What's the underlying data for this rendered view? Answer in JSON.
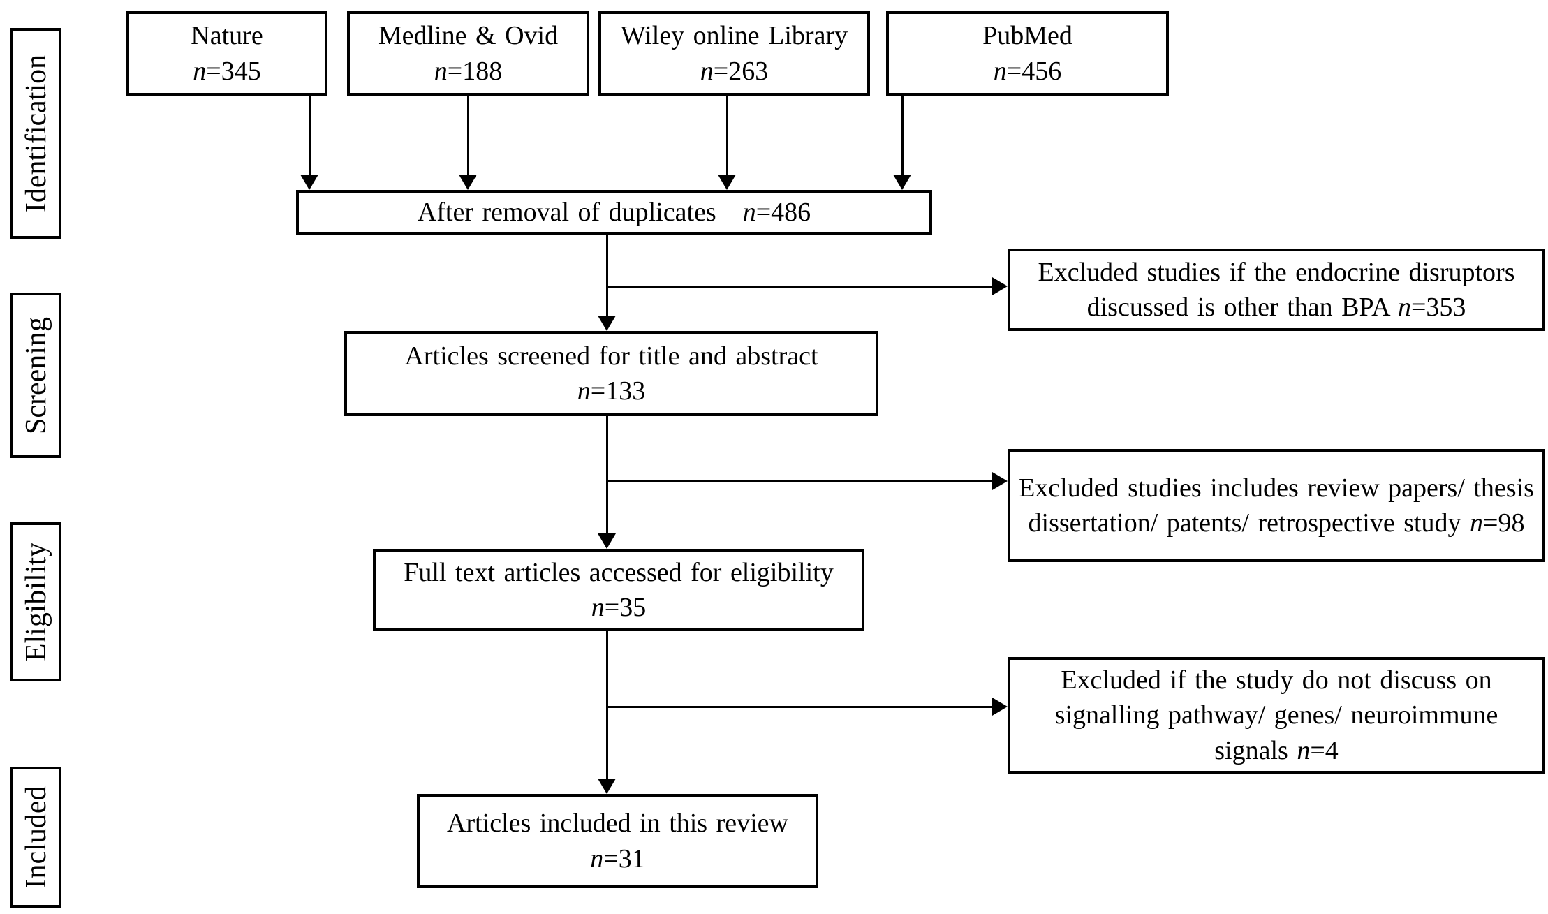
{
  "diagram": {
    "colors": {
      "border": "#000000",
      "background": "#ffffff",
      "text": "#000000"
    },
    "stages": [
      {
        "label": "Identification"
      },
      {
        "label": "Screening"
      },
      {
        "label": "Eligibility"
      },
      {
        "label": "Included"
      }
    ],
    "sources": [
      {
        "name": "Nature",
        "n_italic": "n",
        "n_eq": "=345"
      },
      {
        "name": "Medline & Ovid",
        "n_italic": "n",
        "n_eq": "=188"
      },
      {
        "name": "Wiley online Library",
        "n_italic": "n",
        "n_eq": "=263"
      },
      {
        "name": "PubMed",
        "n_italic": "n",
        "n_eq": "=456"
      }
    ],
    "duplicates": {
      "text": "After removal of duplicates",
      "n_italic": "n",
      "n_eq": "=486"
    },
    "screened": {
      "text": "Articles screened for title and abstract",
      "n_italic": "n",
      "n_eq": "=133"
    },
    "fulltext": {
      "text": "Full text articles accessed for eligibility",
      "n_italic": "n",
      "n_eq": "=35"
    },
    "included": {
      "text": "Articles included in this review",
      "n_italic": "n",
      "n_eq": "=31"
    },
    "excluded": [
      {
        "text": "Excluded studies if the endocrine disruptors discussed is other than BPA",
        "n_italic": "n",
        "n_eq": "=353"
      },
      {
        "text": "Excluded studies includes review papers/ thesis dissertation/ patents/ retrospective study",
        "n_italic": "n",
        "n_eq": "=98"
      },
      {
        "text": "Excluded if the study do not discuss on signalling pathway/ genes/ neuroimmune signals",
        "n_italic": "n",
        "n_eq": "=4"
      }
    ]
  }
}
